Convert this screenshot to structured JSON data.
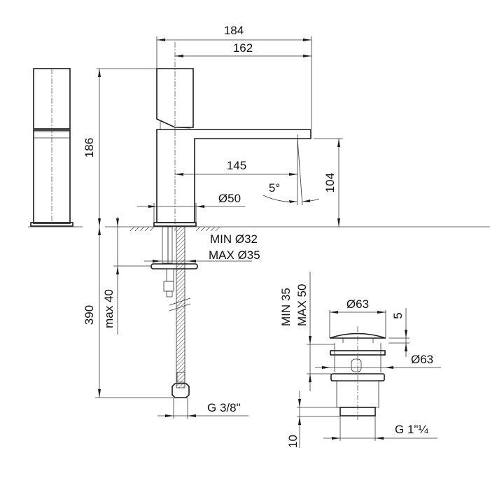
{
  "drawing": {
    "title": "Basin mixer technical drawing",
    "dimensions": {
      "overall_depth": "184",
      "spout_reach_from_handle": "162",
      "body_height": "186",
      "spout_projection": "145",
      "spout_angle": "5°",
      "spout_height": "104",
      "body_diameter": "Ø50",
      "hole_min": "MIN Ø32",
      "hole_max": "MAX Ø35",
      "below_deck_length": "390",
      "deck_thickness_max": "max 40",
      "hose_connection": "G 3/8\"",
      "waste_thickness_min": "MIN 35",
      "waste_thickness_max": "MAX 50",
      "waste_cap_diameter": "Ø63",
      "waste_cap_height": "5",
      "waste_body_diameter": "Ø63",
      "waste_thread_length": "10",
      "waste_thread": "G 1\"¼"
    },
    "colors": {
      "line": "#1a1a1a",
      "background": "#ffffff"
    }
  }
}
